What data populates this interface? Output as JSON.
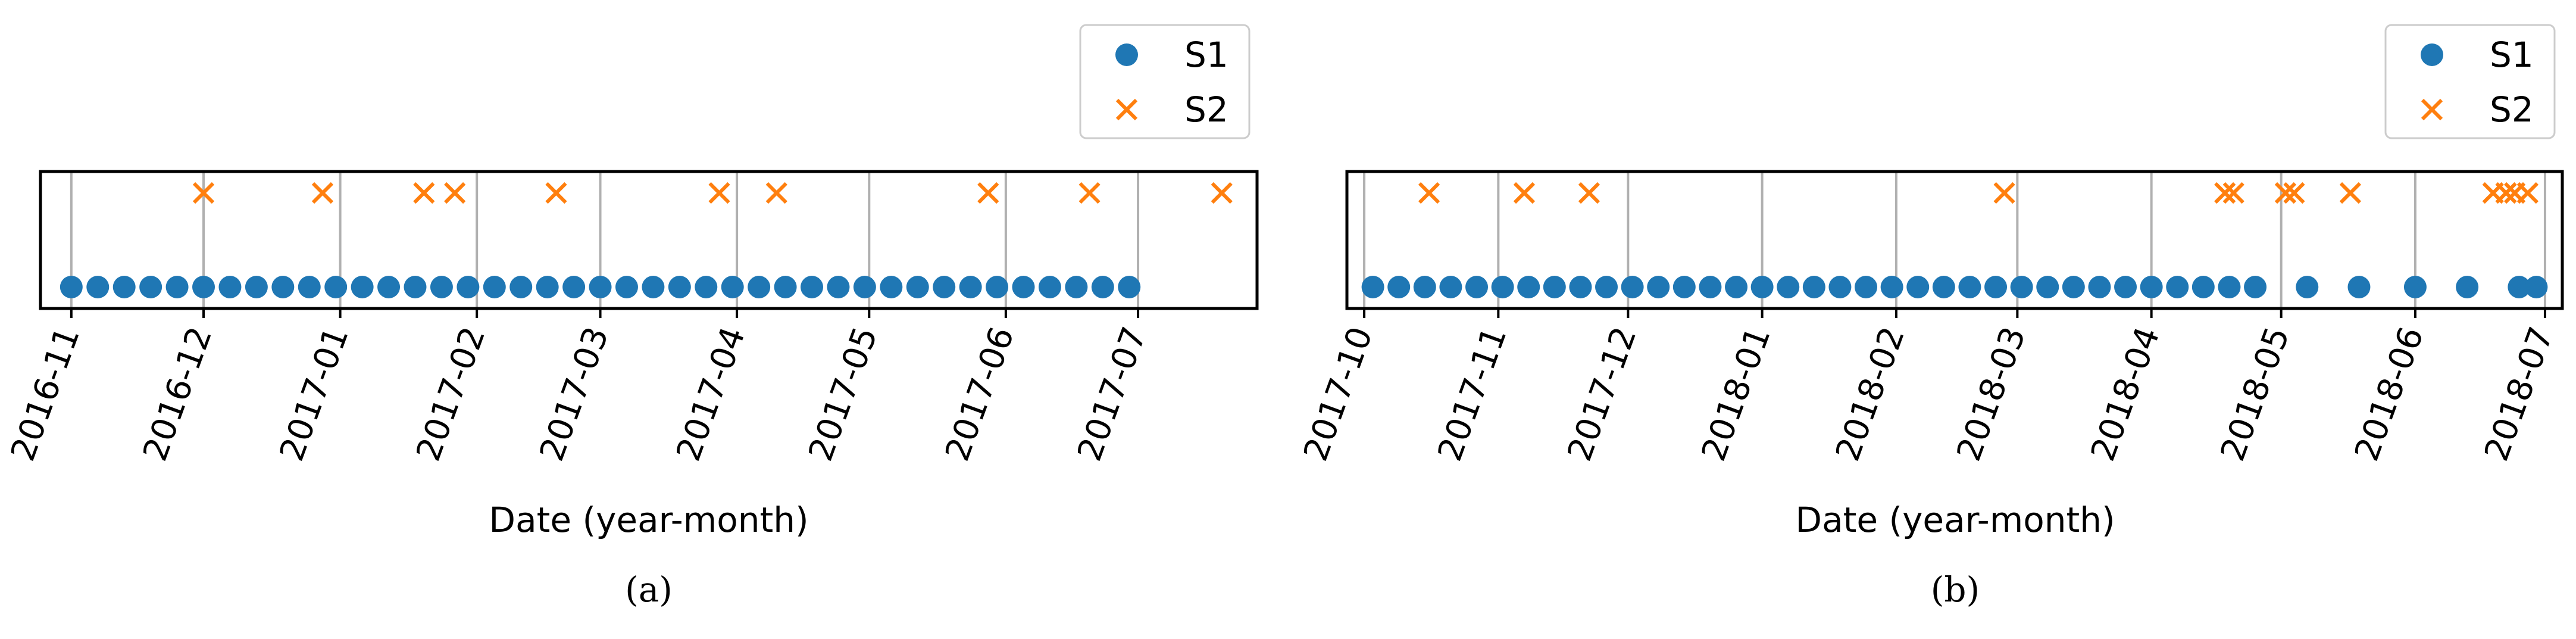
{
  "chart_data": [
    {
      "type": "scatter",
      "panel_label": "(a)",
      "xlabel": "Date (year-month)",
      "ylabel": "",
      "title": "",
      "x_axis_type": "date",
      "xlim": [
        "2016-10-25",
        "2017-07-28"
      ],
      "xticks": [
        "2016-11-01",
        "2016-12-01",
        "2017-01-01",
        "2017-02-01",
        "2017-03-01",
        "2017-04-01",
        "2017-05-01",
        "2017-06-01",
        "2017-07-01"
      ],
      "xtick_labels": [
        "2016-11",
        "2016-12",
        "2017-01",
        "2017-02",
        "2017-03",
        "2017-04",
        "2017-05",
        "2017-06",
        "2017-07"
      ],
      "grid": "vertical",
      "legend_position": "above-right",
      "series": [
        {
          "name": "S1",
          "marker": "circle",
          "color": "#1f77b4",
          "x": [
            "2016-11-01",
            "2016-11-07",
            "2016-11-13",
            "2016-11-19",
            "2016-11-25",
            "2016-12-01",
            "2016-12-07",
            "2016-12-13",
            "2016-12-19",
            "2016-12-25",
            "2016-12-31",
            "2017-01-06",
            "2017-01-12",
            "2017-01-18",
            "2017-01-24",
            "2017-01-30",
            "2017-02-05",
            "2017-02-11",
            "2017-02-17",
            "2017-02-23",
            "2017-03-01",
            "2017-03-07",
            "2017-03-13",
            "2017-03-19",
            "2017-03-25",
            "2017-03-31",
            "2017-04-06",
            "2017-04-12",
            "2017-04-18",
            "2017-04-24",
            "2017-04-30",
            "2017-05-06",
            "2017-05-12",
            "2017-05-18",
            "2017-05-24",
            "2017-05-30",
            "2017-06-05",
            "2017-06-11",
            "2017-06-17",
            "2017-06-23",
            "2017-06-29"
          ]
        },
        {
          "name": "S2",
          "marker": "x",
          "color": "#ff7f0e",
          "x": [
            "2016-12-01",
            "2016-12-28",
            "2017-01-20",
            "2017-01-27",
            "2017-02-19",
            "2017-03-28",
            "2017-04-10",
            "2017-05-28",
            "2017-06-20",
            "2017-07-20"
          ]
        }
      ]
    },
    {
      "type": "scatter",
      "panel_label": "(b)",
      "xlabel": "Date (year-month)",
      "ylabel": "",
      "title": "",
      "x_axis_type": "date",
      "xlim": [
        "2017-09-27",
        "2018-07-05"
      ],
      "xticks": [
        "2017-10-01",
        "2017-11-01",
        "2017-12-01",
        "2018-01-01",
        "2018-02-01",
        "2018-03-01",
        "2018-04-01",
        "2018-05-01",
        "2018-06-01",
        "2018-07-01"
      ],
      "xtick_labels": [
        "2017-10",
        "2017-11",
        "2017-12",
        "2018-01",
        "2018-02",
        "2018-03",
        "2018-04",
        "2018-05",
        "2018-06",
        "2018-07"
      ],
      "grid": "vertical",
      "legend_position": "above-right",
      "series": [
        {
          "name": "S1",
          "marker": "circle",
          "color": "#1f77b4",
          "x": [
            "2017-10-03",
            "2017-10-09",
            "2017-10-15",
            "2017-10-21",
            "2017-10-27",
            "2017-11-02",
            "2017-11-08",
            "2017-11-14",
            "2017-11-20",
            "2017-11-26",
            "2017-12-02",
            "2017-12-08",
            "2017-12-14",
            "2017-12-20",
            "2017-12-26",
            "2018-01-01",
            "2018-01-07",
            "2018-01-13",
            "2018-01-19",
            "2018-01-25",
            "2018-01-31",
            "2018-02-06",
            "2018-02-12",
            "2018-02-18",
            "2018-02-24",
            "2018-03-02",
            "2018-03-08",
            "2018-03-14",
            "2018-03-20",
            "2018-03-26",
            "2018-04-01",
            "2018-04-07",
            "2018-04-13",
            "2018-04-19",
            "2018-04-25",
            "2018-05-07",
            "2018-05-19",
            "2018-06-01",
            "2018-06-13",
            "2018-06-25",
            "2018-06-29"
          ]
        },
        {
          "name": "S2",
          "marker": "x",
          "color": "#ff7f0e",
          "x": [
            "2017-10-16",
            "2017-11-07",
            "2017-11-22",
            "2018-02-26",
            "2018-04-18",
            "2018-04-20",
            "2018-05-02",
            "2018-05-04",
            "2018-05-17",
            "2018-06-19",
            "2018-06-22",
            "2018-06-24",
            "2018-06-27"
          ]
        }
      ]
    }
  ]
}
